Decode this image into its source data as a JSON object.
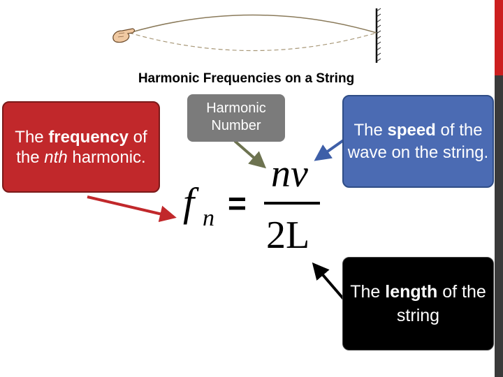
{
  "title": "Harmonic Frequencies on a String",
  "callouts": {
    "frequency": {
      "pre": "The ",
      "bold": "frequency",
      "mid": " of the ",
      "italic": "nth",
      "post": " harmonic."
    },
    "harmonic_number": {
      "line1": "Harmonic",
      "line2": "Number"
    },
    "speed": {
      "pre": "The ",
      "bold": "speed",
      "post": " of the wave on the string."
    },
    "length": {
      "pre": "The ",
      "bold": "length",
      "post": " of the string"
    }
  },
  "formula": {
    "lhs_symbol": "f",
    "lhs_subscript": "n",
    "equals": "=",
    "numerator": "nv",
    "denominator": "2L"
  },
  "colors": {
    "frequency_box": "#c1282b",
    "harmonic_box": "#7b7b7b",
    "speed_box": "#4b6bb3",
    "length_box": "#000000",
    "red_arrow": "#c1282b",
    "olive_arrow": "#6d7350",
    "blue_arrow": "#3e5fa8",
    "black_arrow": "#000000"
  }
}
